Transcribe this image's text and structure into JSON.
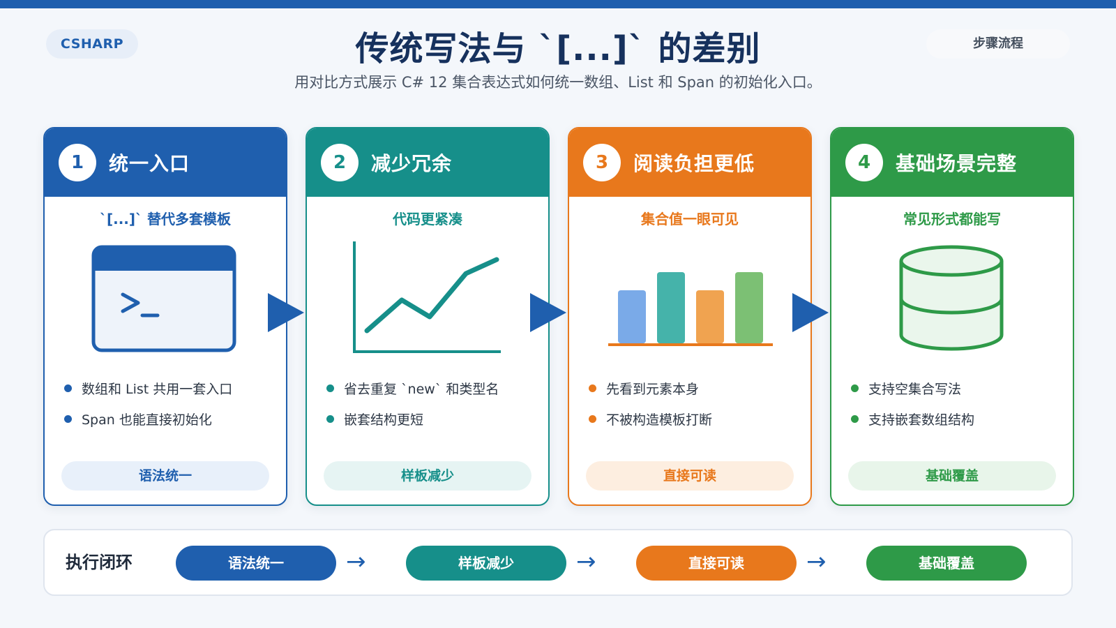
{
  "header": {
    "tag": "CSHARP",
    "title": "传统写法与 `[...]` 的差别",
    "subtitle": "用对比方式展示 C# 12 集合表达式如何统一数组、List 和 Span 的初始化入口。",
    "flow_tag": "步骤流程"
  },
  "colors": {
    "blue": "#1f5fae",
    "teal": "#168f8a",
    "orange": "#e8781c",
    "green": "#2e9a48"
  },
  "cards": [
    {
      "number": "1",
      "title": "统一入口",
      "subtitle": "`[...]` 替代多套模板",
      "icon": "terminal-window-icon",
      "bullets": [
        "数组和 List 共用一套入口",
        "Span 也能直接初始化"
      ],
      "pill": "语法统一"
    },
    {
      "number": "2",
      "title": "减少冗余",
      "subtitle": "代码更紧凑",
      "icon": "line-chart-icon",
      "bullets": [
        "省去重复 `new` 和类型名",
        "嵌套结构更短"
      ],
      "pill": "样板减少"
    },
    {
      "number": "3",
      "title": "阅读负担更低",
      "subtitle": "集合值一眼可见",
      "icon": "bar-chart-icon",
      "bullets": [
        "先看到元素本身",
        "不被构造模板打断"
      ],
      "pill": "直接可读"
    },
    {
      "number": "4",
      "title": "基础场景完整",
      "subtitle": "常见形式都能写",
      "icon": "database-icon",
      "bullets": [
        "支持空集合写法",
        "支持嵌套数组结构"
      ],
      "pill": "基础覆盖"
    }
  ],
  "exec": {
    "label": "执行闭环",
    "steps": [
      "语法统一",
      "样板减少",
      "直接可读",
      "基础覆盖"
    ],
    "arrow": "→"
  }
}
